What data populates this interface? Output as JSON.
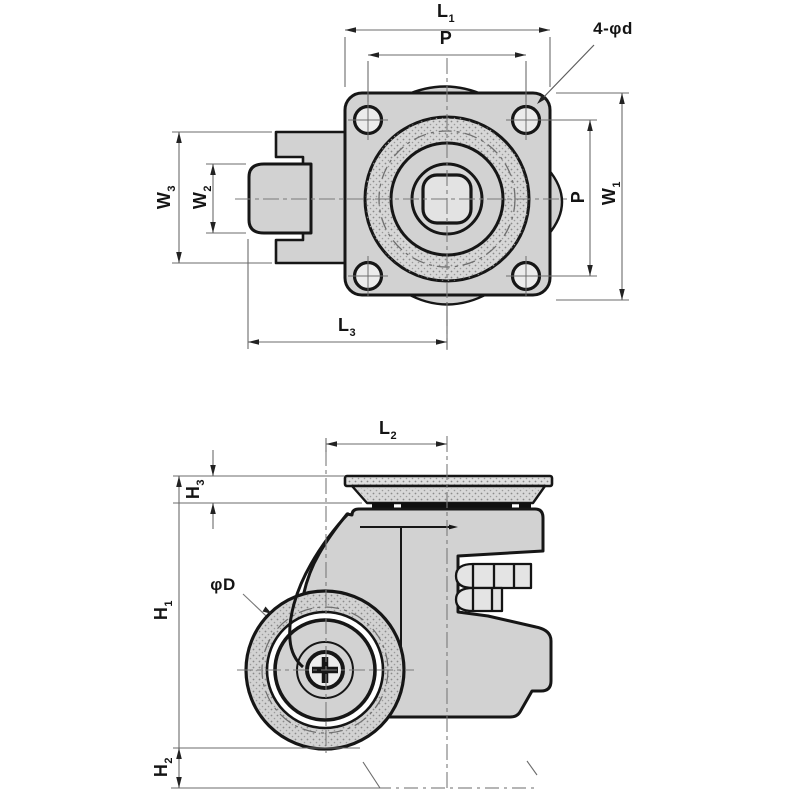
{
  "drawing": {
    "type": "engineering drawing, two orthographic views",
    "subject": "leveling caster with flange plate, adjustment boss and wheel",
    "views": {
      "top": "plan view of mounting flange",
      "side": "side elevation of caster"
    }
  },
  "labels": {
    "l1": {
      "base": "L",
      "sub": "1"
    },
    "p_top": {
      "base": "P",
      "sub": ""
    },
    "bolt_callout": {
      "base": "4-φd",
      "sub": ""
    },
    "w3": {
      "base": "W",
      "sub": "3"
    },
    "w2": {
      "base": "W",
      "sub": "2"
    },
    "p_right": {
      "base": "P",
      "sub": ""
    },
    "w1": {
      "base": "W",
      "sub": "1"
    },
    "l3": {
      "base": "L",
      "sub": "3"
    },
    "l2": {
      "base": "L",
      "sub": "2"
    },
    "h3": {
      "base": "H",
      "sub": "3"
    },
    "h1": {
      "base": "H",
      "sub": "1"
    },
    "h2": {
      "base": "H",
      "sub": "2"
    },
    "d_callout": {
      "base": "φD",
      "sub": ""
    }
  },
  "colors": {
    "background": "#ffffff",
    "outline": "#161616",
    "body_fill": "#d2d2d2",
    "light_fill": "#e6e6e6",
    "dimension_line": "#6b6b6b",
    "centerline": "#7a7a7a",
    "stipple_dot": "#8a8a8a"
  }
}
